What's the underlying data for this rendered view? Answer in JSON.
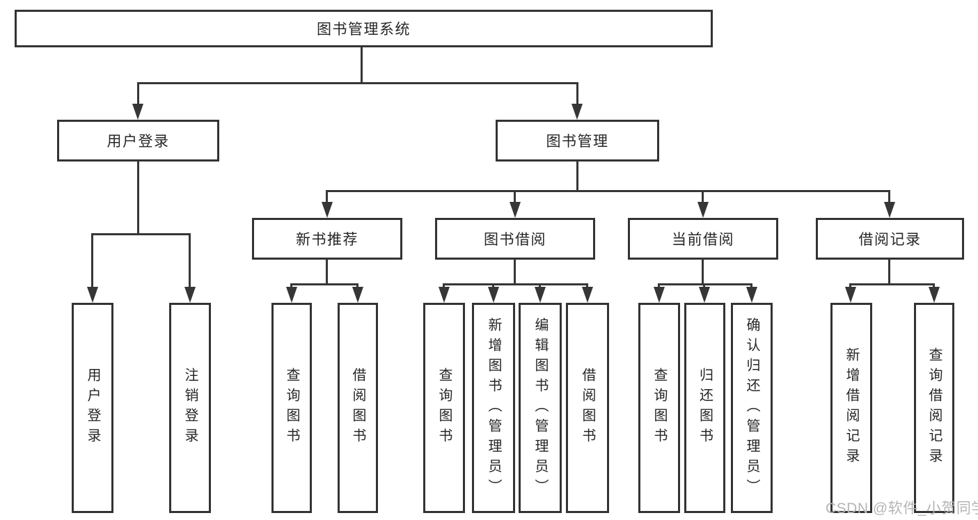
{
  "diagram": {
    "type": "tree",
    "root": {
      "label": "图书管理系统",
      "children": [
        {
          "label": "用户登录",
          "children": [
            {
              "label": "用户登录"
            },
            {
              "label": "注销登录"
            }
          ]
        },
        {
          "label": "图书管理",
          "children": [
            {
              "label": "新书推荐",
              "children": [
                {
                  "label": "查询图书"
                },
                {
                  "label": "借阅图书"
                }
              ]
            },
            {
              "label": "图书借阅",
              "children": [
                {
                  "label": "查询图书"
                },
                {
                  "label": "新增图书（管理员）"
                },
                {
                  "label": "编辑图书（管理员）"
                },
                {
                  "label": "借阅图书"
                }
              ]
            },
            {
              "label": "当前借阅",
              "children": [
                {
                  "label": "查询图书"
                },
                {
                  "label": "归还图书"
                },
                {
                  "label": "确认归还（管理员）"
                }
              ]
            },
            {
              "label": "借阅记录",
              "children": [
                {
                  "label": "新增借阅记录"
                },
                {
                  "label": "查询借阅记录"
                }
              ]
            }
          ]
        }
      ]
    }
  },
  "watermark": {
    "text": "CSDN @软件_小贺同学"
  },
  "colors": {
    "line": "#363636",
    "border": "#333333",
    "text": "#262626",
    "watermark": "#b5b5b5",
    "background": "#ffffff"
  }
}
